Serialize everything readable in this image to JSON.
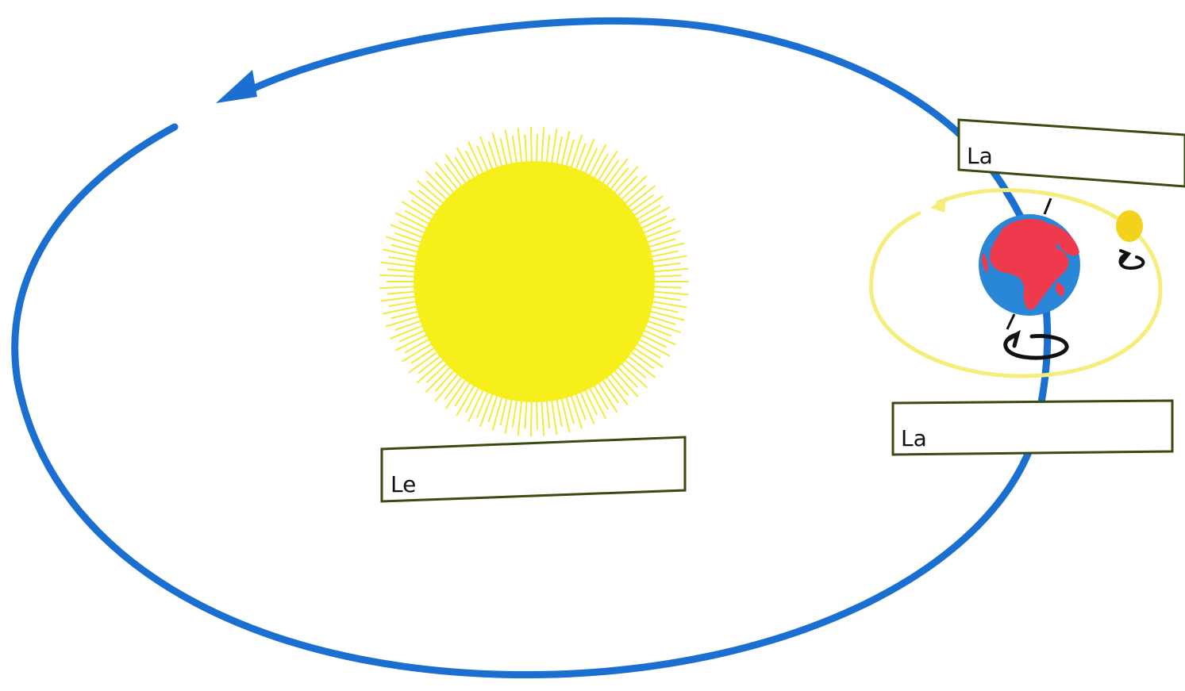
{
  "colors": {
    "background": "#ffffff",
    "earth_orbit": "#1a6fd1",
    "moon_orbit": "#f6ee7a",
    "sun": "#f7ef1a",
    "sun_rays": "#f4ea3a",
    "earth_ocean": "#2a86d6",
    "earth_land": "#ef3a4e",
    "moon": "#f2d21a",
    "label_border": "#3a4a10",
    "rotation_arrow": "#111111"
  },
  "icons": {
    "sun": "sun-icon",
    "earth": "earth-icon",
    "moon": "moon-icon",
    "orbit_direction": "arrowhead-icon",
    "rotation": "rotation-arrow-icon"
  },
  "labels": {
    "sun_box": "Le",
    "moon_orbit_box": "La",
    "earth_orbit_box": "La"
  }
}
